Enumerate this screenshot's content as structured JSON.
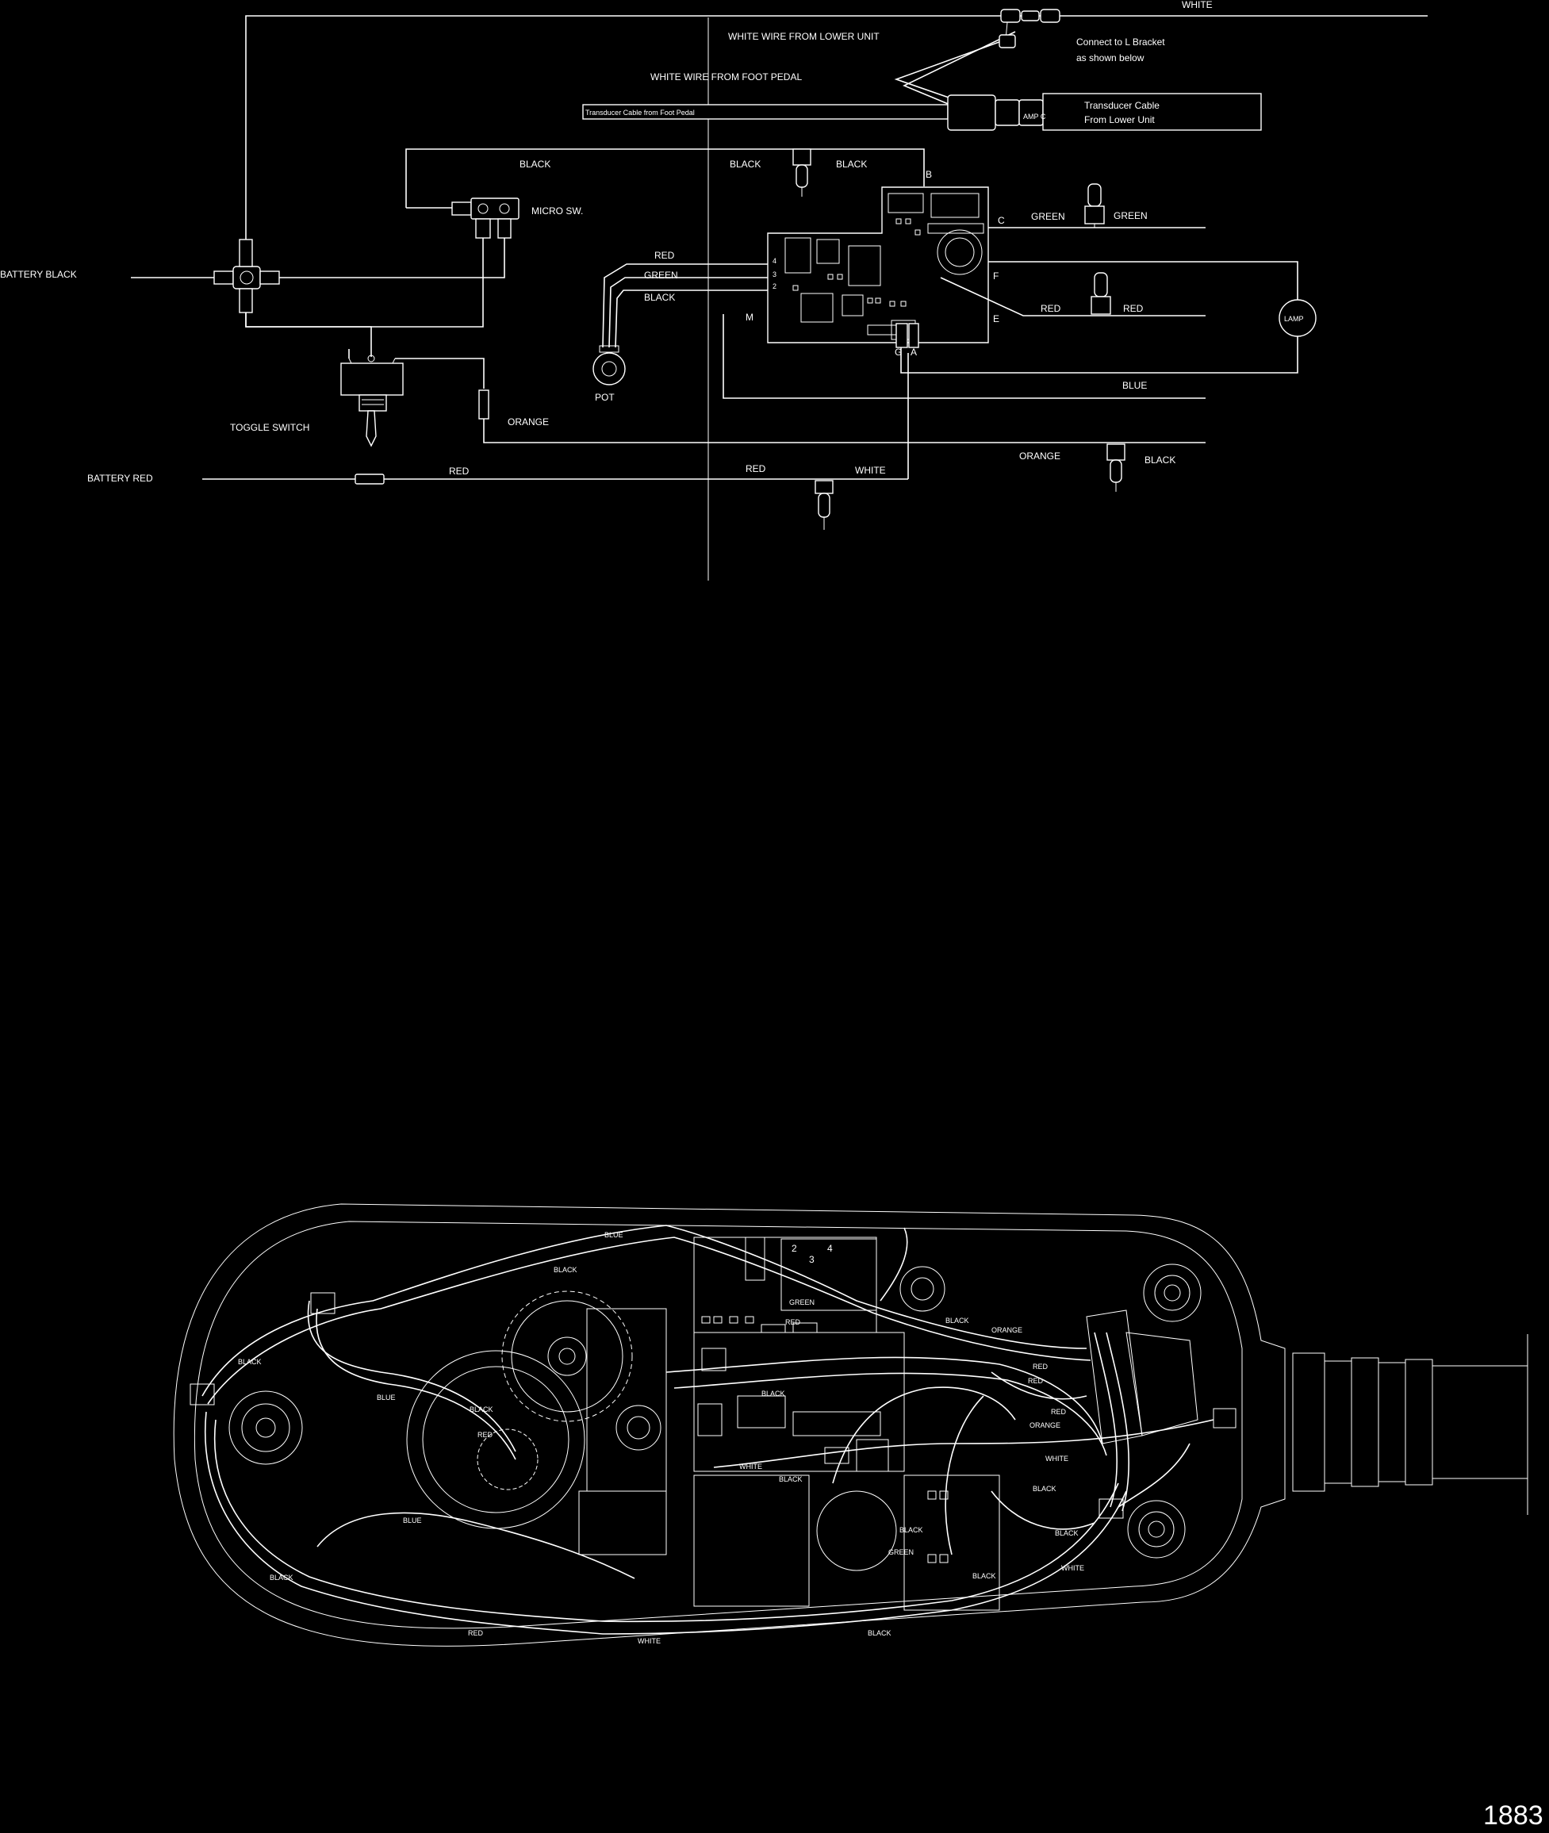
{
  "labels": {
    "white_top": "WHITE",
    "white_from_lower": "WHITE WIRE FROM LOWER UNIT",
    "white_from_pedal": "WHITE WIRE FROM FOOT PEDAL",
    "connect_line1": "Connect to L Bracket",
    "connect_line2": "as shown below",
    "transducer_pedal": "Transducer Cable from Foot Pedal",
    "amp": "AMP C",
    "transducer_lower_line1": "Transducer Cable",
    "transducer_lower_line2": "From Lower Unit",
    "black_top_left": "BLACK",
    "black_top_mid": "BLACK",
    "black_top_right": "BLACK",
    "micro_sw": "MICRO SW.",
    "battery_black": "BATTERY BLACK",
    "red_pot": "RED",
    "green_pot": "GREEN",
    "black_pot": "BLACK",
    "pot": "POT",
    "green_c": "GREEN",
    "green_c_right": "GREEN",
    "red_e": "RED",
    "red_e_right": "RED",
    "lamp": "LAMP",
    "blue": "BLUE",
    "orange_mid": "ORANGE",
    "orange_right": "ORANGE",
    "black_right": "BLACK",
    "toggle_switch": "TOGGLE SWITCH",
    "battery_red": "BATTERY RED",
    "red_bottom_left": "RED",
    "red_bottom_mid": "RED",
    "white_bottom": "WHITE"
  },
  "board_pins": {
    "b": "B",
    "c": "C",
    "f": "F",
    "e": "E",
    "a": "A",
    "g": "G",
    "m": "M",
    "p4": "4",
    "p3": "3",
    "p2": "2"
  },
  "assembly_labels": {
    "blue": "BLUE",
    "black_a": "BLACK",
    "green": "GREEN",
    "red_a": "RED",
    "black_b": "BLACK",
    "orange": "ORANGE",
    "red_b": "RED",
    "red_c": "RED",
    "black_left": "BLACK",
    "blue_left": "BLUE",
    "black_gear": "BLACK",
    "black_mid": "BLACK",
    "red_mid": "RED",
    "red_right": "RED",
    "orange_right": "ORANGE",
    "white_right": "WHITE",
    "white_mid": "WHITE",
    "black_low": "BLACK",
    "black_low2": "BLACK",
    "black_low3": "BLACK",
    "green_low": "GREEN",
    "black_bottom_left": "BLACK",
    "blue_bottom": "BLUE",
    "white_bottom": "WHITE",
    "red_bottom": "RED",
    "black_bottom": "BLACK",
    "black_right": "BLACK",
    "white_right2": "WHITE",
    "black_right2": "BLACK",
    "num4": "4",
    "num3": "3",
    "num2": "2"
  },
  "figure_number": "1883"
}
